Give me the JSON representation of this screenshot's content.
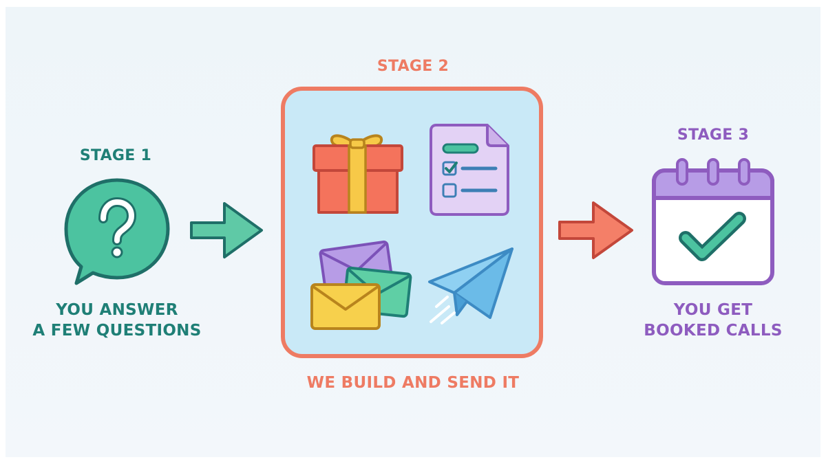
{
  "stage1": {
    "title": "STAGE 1",
    "description_line1": "YOU ANSWER",
    "description_line2": "A FEW QUESTIONS",
    "icon": "question-speech-bubble-icon",
    "color": "#1f7f76"
  },
  "stage2": {
    "title": "STAGE 2",
    "description": "WE BUILD AND SEND IT",
    "icons": [
      "gift-icon",
      "checklist-document-icon",
      "envelopes-icon",
      "paper-plane-icon"
    ],
    "color": "#ee7b63"
  },
  "stage3": {
    "title": "STAGE 3",
    "description_line1": "YOU GET",
    "description_line2": "BOOKED CALLS",
    "icon": "calendar-check-icon",
    "color": "#8e5cbf"
  },
  "colors": {
    "teal": "#1f7f76",
    "coral": "#ee7b63",
    "purple": "#8e5cbf",
    "background": "#eef5f9"
  }
}
